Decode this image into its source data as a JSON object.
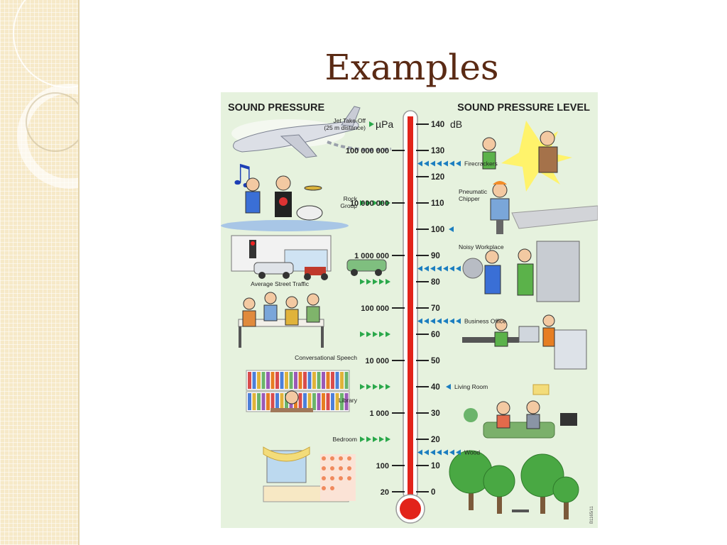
{
  "slide": {
    "title": "Examples"
  },
  "diagram": {
    "left_heading": "SOUND PRESSURE",
    "right_heading": "SOUND PRESSURE LEVEL",
    "left_unit": "µPa",
    "right_unit": "dB",
    "code": "B1165/11",
    "pressure_ticks": [
      {
        "label": "100 000 000",
        "db": 130
      },
      {
        "label": "10 000 000",
        "db": 110
      },
      {
        "label": "1 000 000",
        "db": 90
      },
      {
        "label": "100 000",
        "db": 70
      },
      {
        "label": "10 000",
        "db": 50
      },
      {
        "label": "1 000",
        "db": 30
      },
      {
        "label": "100",
        "db": 10
      },
      {
        "label": "20",
        "db": 0
      }
    ],
    "level_ticks": [
      {
        "label": "140",
        "db": 140
      },
      {
        "label": "130",
        "db": 130
      },
      {
        "label": "120",
        "db": 120
      },
      {
        "label": "110",
        "db": 110
      },
      {
        "label": "100",
        "db": 100
      },
      {
        "label": "90",
        "db": 90
      },
      {
        "label": "80",
        "db": 80
      },
      {
        "label": "70",
        "db": 70
      },
      {
        "label": "60",
        "db": 60
      },
      {
        "label": "50",
        "db": 50
      },
      {
        "label": "40",
        "db": 40
      },
      {
        "label": "30",
        "db": 30
      },
      {
        "label": "20",
        "db": 20
      },
      {
        "label": "10",
        "db": 10
      },
      {
        "label": "0",
        "db": 0
      }
    ],
    "left_examples": [
      {
        "lines": [
          "Jet Take-Off",
          "(25 m distance)"
        ],
        "db": 140
      },
      {
        "lines": [
          "Rock",
          "Group"
        ],
        "db": 110
      },
      {
        "lines": [
          "Average Street Traffic"
        ],
        "db": 80
      },
      {
        "lines": [
          "Conversational Speech"
        ],
        "db": 60
      },
      {
        "lines": [
          "Library"
        ],
        "db": 40
      },
      {
        "lines": [
          "Bedroom"
        ],
        "db": 20
      }
    ],
    "right_examples": [
      {
        "lines": [
          "Firecrackers"
        ],
        "db": 125
      },
      {
        "lines": [
          "Pneumatic",
          "Chipper"
        ],
        "db": 100
      },
      {
        "lines": [
          "Noisy Workplace"
        ],
        "db": 85
      },
      {
        "lines": [
          "Business Office"
        ],
        "db": 65
      },
      {
        "lines": [
          "Living Room"
        ],
        "db": 40
      },
      {
        "lines": [
          "Wood"
        ],
        "db": 15
      }
    ],
    "colors": {
      "background": "#e6f2de",
      "thermometer_red": "#e2231a",
      "arrow_green": "#2aa84a",
      "arrow_blue": "#1c7ec0",
      "text_dark": "#222222"
    }
  }
}
